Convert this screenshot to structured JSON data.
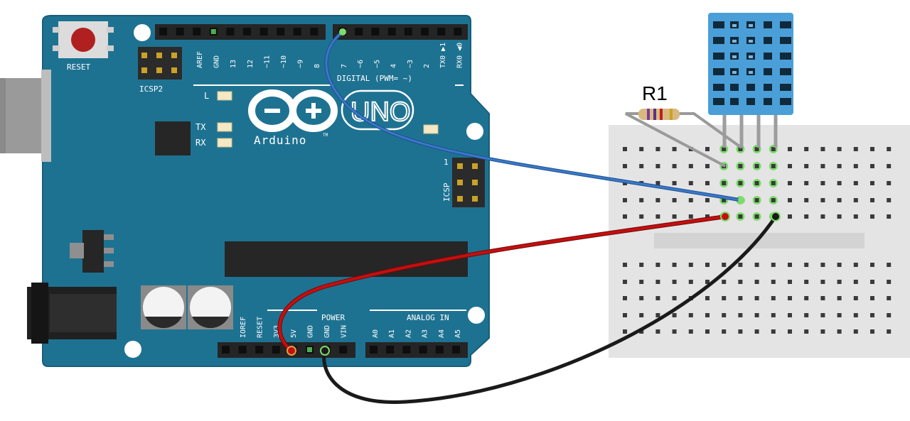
{
  "board": {
    "reset_label": "RESET",
    "icsp2_label": "ICSP2",
    "icsp_label": "ICSP",
    "icsp_pin1": "1",
    "led_l": "L",
    "led_tx": "TX",
    "led_rx": "RX",
    "brand": "Arduino",
    "tm": "TM",
    "model": "UNO",
    "digital_label": "DIGITAL (PWM= ~)",
    "power_label": "POWER",
    "analog_label": "ANALOG IN",
    "digital_top_pins": [
      "AREF",
      "GND",
      "13",
      "12",
      "~11",
      "~10",
      "~9",
      "8"
    ],
    "digital_bottom_pins": [
      "7",
      "~6",
      "~5",
      "4",
      "~3",
      "2",
      "TX0 ▶1",
      "RX0 ◀0"
    ],
    "power_pins": [
      "IOREF",
      "RESET",
      "3V3",
      "5V",
      "GND",
      "GND",
      "VIN"
    ],
    "analog_pins": [
      "A0",
      "A1",
      "A2",
      "A3",
      "A4",
      "A5"
    ]
  },
  "resistor": {
    "label": "R1"
  },
  "colors": {
    "board": "#1e7291",
    "board_edge": "#185e79",
    "wire_signal": "#3a78c8",
    "wire_power": "#c40f0f",
    "wire_ground": "#1a1a1a",
    "breadboard": "#e4e4e4",
    "sensor": "#4a9fd8",
    "pin_active": "#7ddc6b"
  }
}
